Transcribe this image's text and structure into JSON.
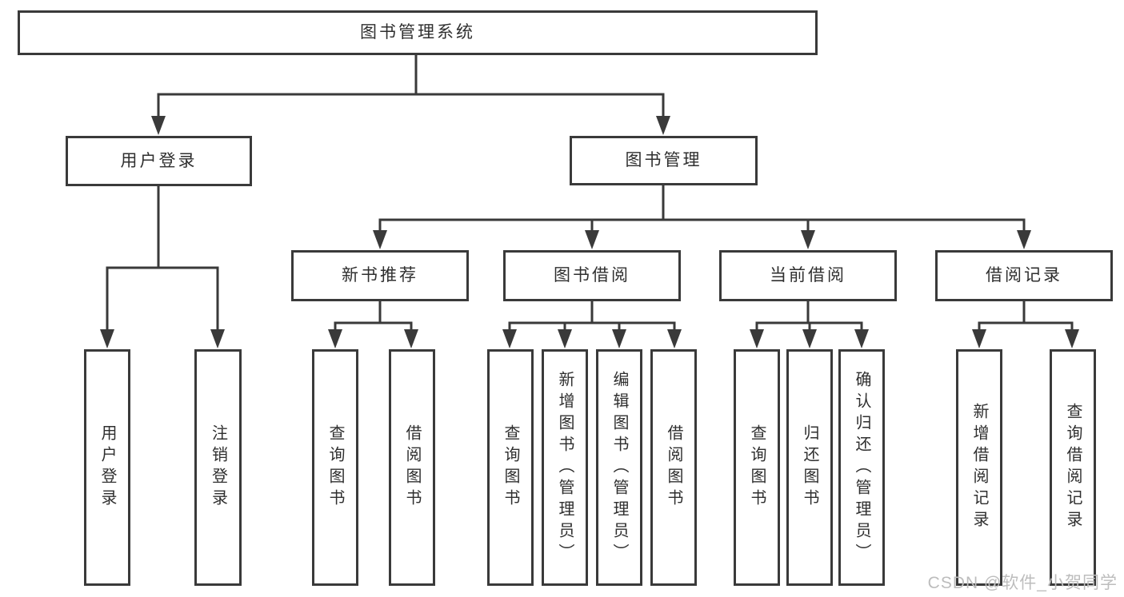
{
  "diagram": {
    "root": {
      "label": "图书管理系统"
    },
    "children": [
      {
        "label": "用户登录",
        "children": [
          {
            "label": "用户登录"
          },
          {
            "label": "注销登录"
          }
        ]
      },
      {
        "label": "图书管理",
        "children": [
          {
            "label": "新书推荐",
            "children": [
              {
                "label": "查询图书"
              },
              {
                "label": "借阅图书"
              }
            ]
          },
          {
            "label": "图书借阅",
            "children": [
              {
                "label": "查询图书"
              },
              {
                "label": "新增图书（管理员）"
              },
              {
                "label": "编辑图书（管理员）"
              },
              {
                "label": "借阅图书"
              }
            ]
          },
          {
            "label": "当前借阅",
            "children": [
              {
                "label": "查询图书"
              },
              {
                "label": "归还图书"
              },
              {
                "label": "确认归还（管理员）"
              }
            ]
          },
          {
            "label": "借阅记录",
            "children": [
              {
                "label": "新增借阅记录"
              },
              {
                "label": "查询借阅记录"
              }
            ]
          }
        ]
      }
    ]
  },
  "watermark": {
    "text": "CSDN @软件_小贺同学"
  },
  "colors": {
    "line": "#3a3a3a",
    "box_border": "#3a3a3a",
    "text": "#2f2f2f",
    "watermark": "#bdbdbd",
    "background": "#ffffff"
  }
}
